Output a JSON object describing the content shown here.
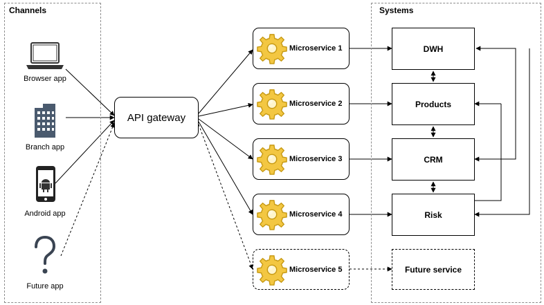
{
  "groups": {
    "channels": "Channels",
    "systems": "Systems"
  },
  "channels": [
    {
      "label": "Browser app",
      "icon": "laptop-icon"
    },
    {
      "label": "Branch app",
      "icon": "building-icon"
    },
    {
      "label": "Android app",
      "icon": "android-phone-icon"
    },
    {
      "label": "Future app",
      "icon": "question-mark-icon"
    }
  ],
  "gateway": "API gateway",
  "microservices": [
    "Microservice 1",
    "Microservice 2",
    "Microservice 3",
    "Microservice 4",
    "Microservice 5"
  ],
  "systems": [
    "DWH",
    "Products",
    "CRM",
    "Risk"
  ],
  "future_service": "Future service",
  "colors": {
    "gear_fill": "#f3c742",
    "gear_stroke": "#c79a14",
    "icon": "#333333",
    "building": "#4a5a6e",
    "group_border": "#8c8c8c"
  }
}
